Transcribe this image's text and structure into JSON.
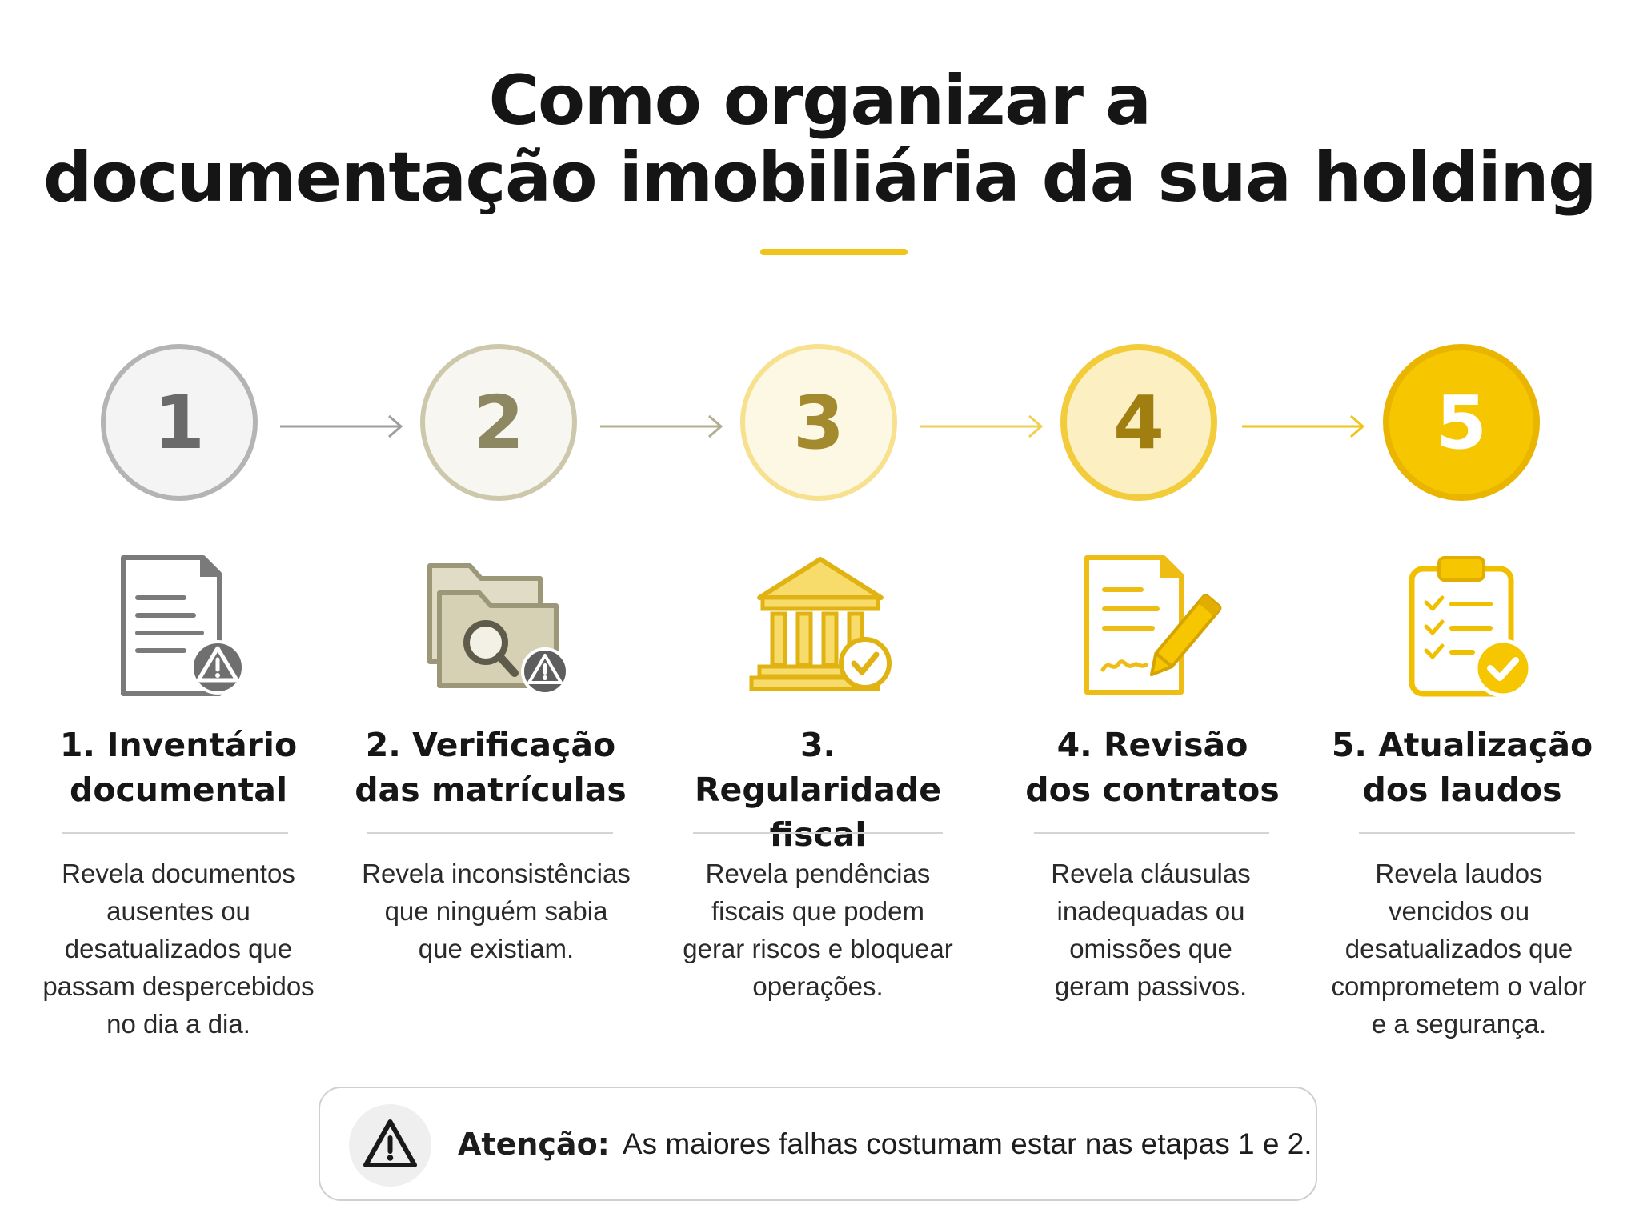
{
  "title": {
    "line1": "Como organizar a",
    "line2": "documentação imobiliária da sua holding"
  },
  "colors": {
    "accent": "#f0c419",
    "step1": "#b0b0b0",
    "step2": "#c8c4a4",
    "step3": "#f6df86",
    "step4": "#f3cb38",
    "step5": "#f2c200"
  },
  "steps": [
    {
      "number": "1",
      "icon": "document-warning-icon",
      "title_line1": "1. Inventário",
      "title_line2": "documental",
      "desc_lines": [
        "Revela documentos",
        "ausentes ou",
        "desatualizados que",
        "passam despercebidos",
        "no dia a dia."
      ]
    },
    {
      "number": "2",
      "icon": "folder-search-warning-icon",
      "title_line1": "2. Verificação",
      "title_line2": "das matrículas",
      "desc_lines": [
        "Revela inconsistências",
        "que ninguém sabia",
        "que existiam."
      ]
    },
    {
      "number": "3",
      "icon": "bank-check-icon",
      "title_line1": "3. Regularidade",
      "title_line2": "fiscal",
      "desc_lines": [
        "Revela pendências",
        "fiscais que podem",
        "gerar riscos e bloquear",
        "operações."
      ]
    },
    {
      "number": "4",
      "icon": "contract-pen-icon",
      "title_line1": "4. Revisão",
      "title_line2": "dos contratos",
      "desc_lines": [
        "Revela cláusulas",
        "inadequadas ou",
        "omissões que",
        "geram passivos."
      ]
    },
    {
      "number": "5",
      "icon": "clipboard-check-icon",
      "title_line1": "5. Atualização",
      "title_line2": "dos laudos",
      "desc_lines": [
        "Revela laudos",
        "vencidos ou",
        "desatualizados que",
        "comprometem o valor",
        "e a segurança."
      ]
    }
  ],
  "note": {
    "label": "Atenção:",
    "text": "As maiores falhas costumam estar nas etapas 1 e 2.",
    "icon": "warning-triangle-icon"
  }
}
